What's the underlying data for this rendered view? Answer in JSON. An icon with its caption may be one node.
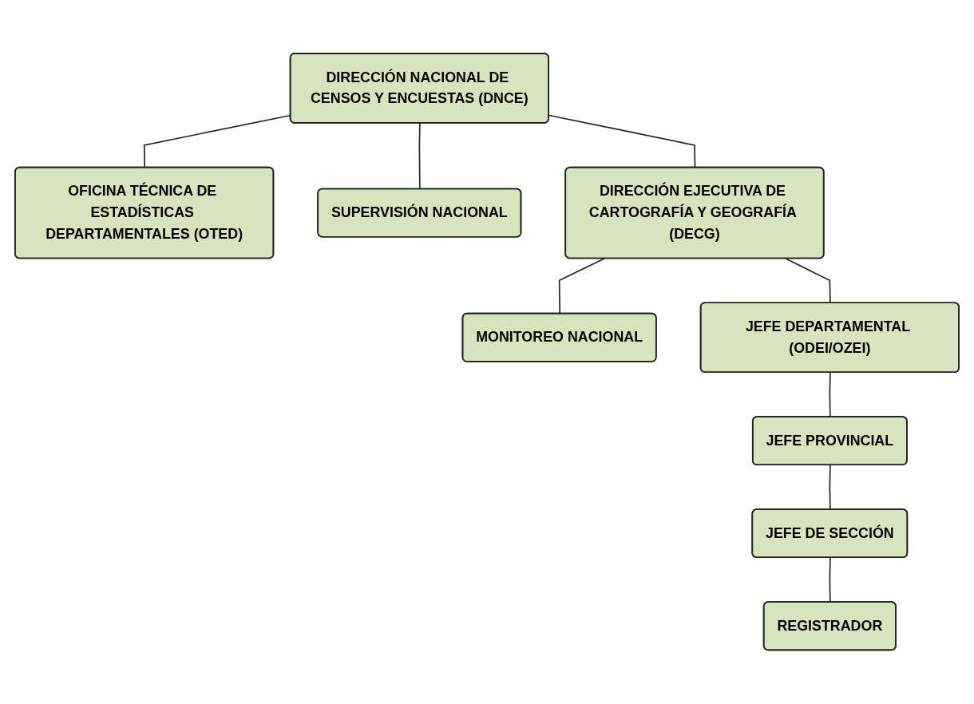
{
  "diagram": {
    "nodes": [
      {
        "text": [
          "DIRECCIÓN NACIONAL DE CENSOS Y ENCUESTAS (DNCE)"
        ]
      },
      {
        "text": [
          "OFICINA TÉCNICA DE ESTADÍSTICAS DEPARTAMENTALES (OTED)"
        ]
      },
      {
        "text": [
          "SUPERVISIÓN NACIONAL"
        ]
      },
      {
        "text": [
          "DIRECCIÓN EJECUTIVA DE CARTOGRAFÍA Y GEOGRAFÍA (DECG)"
        ]
      },
      {
        "text": [
          "MONITOREO NACIONAL"
        ]
      },
      {
        "text": [
          "JEFE DEPARTAMENTAL (ODEI/OZEI)"
        ]
      },
      {
        "text": [
          "JEFE PROVINCIAL"
        ]
      },
      {
        "text": [
          "JEFE DE SECCIÓN"
        ]
      },
      {
        "text": [
          "REGISTRADOR"
        ]
      }
    ],
    "edges": [
      {
        "from": 0,
        "to": 1,
        "arrow": "none"
      },
      {
        "from": 0,
        "to": 2,
        "arrow": "none"
      },
      {
        "from": 0,
        "to": 3,
        "arrow": "none"
      },
      {
        "from": 3,
        "to": 4,
        "arrow": "none"
      },
      {
        "from": 3,
        "to": 5,
        "arrow": "none"
      },
      {
        "from": 5,
        "to": 6,
        "arrow": "none"
      },
      {
        "from": 6,
        "to": 7,
        "arrow": "none"
      },
      {
        "from": 7,
        "to": 8,
        "arrow": "none"
      }
    ]
  }
}
